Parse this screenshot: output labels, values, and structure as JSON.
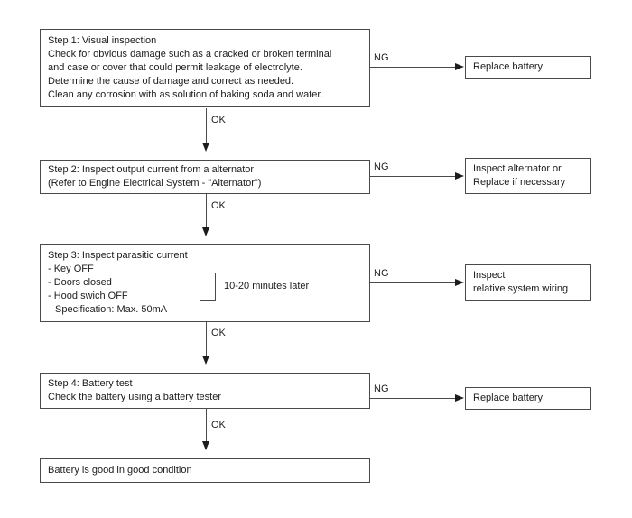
{
  "colors": {
    "background": "#ffffff",
    "line": "#4a4a4a",
    "text": "#1c1c1c"
  },
  "connectors": {
    "ok_label": "OK",
    "ng_label": "NG"
  },
  "flowchart": {
    "step1": {
      "lines": [
        "Step 1: Visual inspection",
        "Check for obvious damage such as a cracked or broken terminal",
        "and case or cover that could permit leakage of electrolyte.",
        "Determine the cause of damage and correct as needed.",
        "Clean any corrosion with as solution of baking soda and water."
      ]
    },
    "result1": {
      "lines": [
        "Replace battery"
      ]
    },
    "step2": {
      "lines": [
        "Step 2: Inspect output current from a alternator",
        "(Refer to Engine Electrical System - \"Alternator\")"
      ]
    },
    "result2": {
      "lines": [
        "Inspect alternator or",
        "Replace if necessary"
      ]
    },
    "step3": {
      "title": "Step 3: Inspect parasitic current",
      "checklist": [
        "- Key OFF",
        "- Doors closed",
        "- Hood swich OFF"
      ],
      "spec": "Specification: Max. 50mA",
      "bracket_note": "10-20 minutes later"
    },
    "result3": {
      "lines": [
        "Inspect",
        "relative system wiring"
      ]
    },
    "step4": {
      "lines": [
        "Step 4: Battery test",
        "Check the battery using a battery tester"
      ]
    },
    "result4": {
      "lines": [
        "Replace battery"
      ]
    },
    "final": {
      "lines": [
        "Battery is good in good condition"
      ]
    }
  }
}
